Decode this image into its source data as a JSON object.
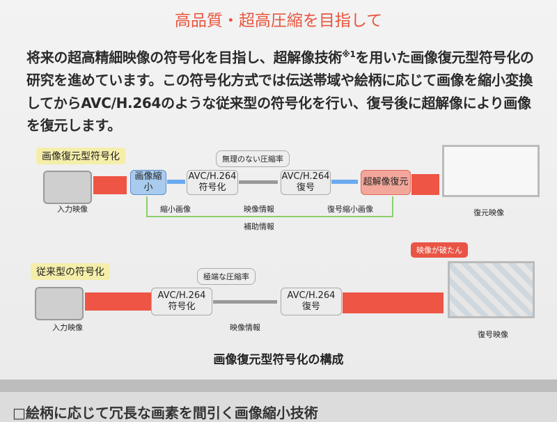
{
  "title": "高品質・超高圧縮を目指して",
  "paragraph": {
    "before": "将来の超高精細映像の符号化を目指し、超解像技術",
    "note": "※1",
    "after": "を用いた画像復元型符号化の研究を進めています。この符号化方式では伝送帯域や絵柄に応じて画像を縮小変換してからAVC/H.264のような従来型の符号化を行い、復号後に超解像により画像を復元します。"
  },
  "proposed": {
    "tag": "画像復元型符号化",
    "input_label": "入力映像",
    "shrink": "画像縮小",
    "enc_top": "AVC/H.264",
    "enc_bottom": "符号化",
    "dec_top": "AVC/H.264",
    "dec_bottom": "復号",
    "sr": "超解像復元",
    "bubble": "無理のない圧縮率",
    "shrunk_label": "縮小画像",
    "stream_label": "映像情報",
    "decoded_label": "復号縮小画像",
    "aux_label": "補助情報",
    "output_label": "復元映像"
  },
  "conventional": {
    "tag": "従来型の符号化",
    "input_label": "入力映像",
    "enc_top": "AVC/H.264",
    "enc_bottom": "符号化",
    "dec_top": "AVC/H.264",
    "dec_bottom": "復号",
    "bubble": "極端な圧縮率",
    "stream_label": "映像情報",
    "broken_bubble": "映像が破たん",
    "output_label": "復号映像"
  },
  "caption": "画像復元型符号化の構成",
  "next_heading": "□絵柄に応じて冗長な画素を間引く画像縮小技術"
}
